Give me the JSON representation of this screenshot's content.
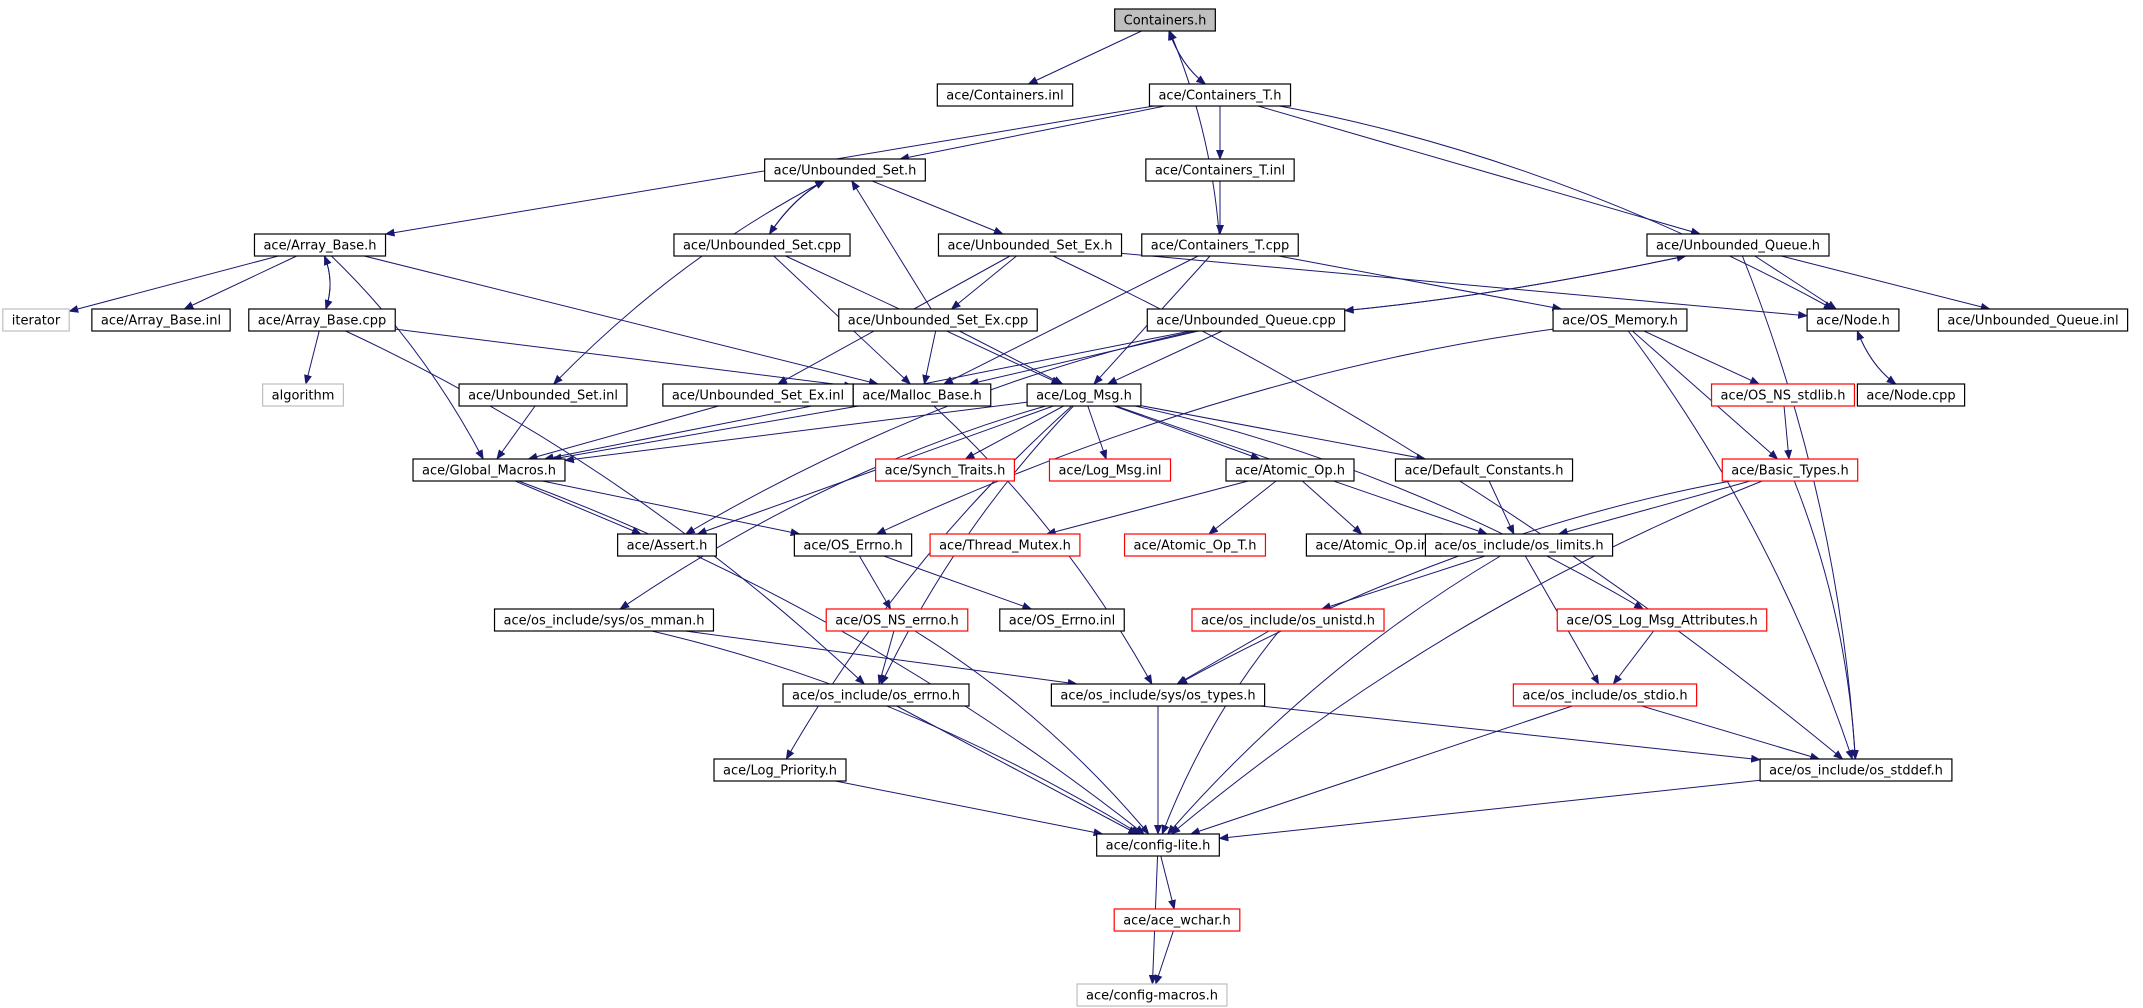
{
  "diagram": {
    "colors": {
      "edge": "#191970",
      "node_border_normal": "#000000",
      "node_border_missing": "#ff0000",
      "node_border_external": "#bfbfbf",
      "root_fill": "#bfbfbf"
    },
    "nodes": [
      {
        "id": "n0",
        "label": "Containers.h",
        "kind": "root"
      },
      {
        "id": "n1",
        "label": "ace/Containers.inl",
        "kind": "normal"
      },
      {
        "id": "n2",
        "label": "ace/Containers_T.h",
        "kind": "normal"
      },
      {
        "id": "n3",
        "label": "ace/Unbounded_Set.h",
        "kind": "normal"
      },
      {
        "id": "n4",
        "label": "ace/Containers_T.inl",
        "kind": "normal"
      },
      {
        "id": "n5",
        "label": "ace/Array_Base.h",
        "kind": "normal"
      },
      {
        "id": "n6",
        "label": "ace/Unbounded_Set.cpp",
        "kind": "normal"
      },
      {
        "id": "n7",
        "label": "ace/Unbounded_Set_Ex.h",
        "kind": "normal"
      },
      {
        "id": "n8",
        "label": "ace/Containers_T.cpp",
        "kind": "normal"
      },
      {
        "id": "n9",
        "label": "ace/Unbounded_Queue.h",
        "kind": "normal"
      },
      {
        "id": "n10",
        "label": "iterator",
        "kind": "external"
      },
      {
        "id": "n11",
        "label": "ace/Array_Base.inl",
        "kind": "normal"
      },
      {
        "id": "n12",
        "label": "ace/Array_Base.cpp",
        "kind": "normal"
      },
      {
        "id": "n13",
        "label": "ace/Unbounded_Set_Ex.cpp",
        "kind": "normal"
      },
      {
        "id": "n14",
        "label": "ace/Unbounded_Queue.cpp",
        "kind": "normal"
      },
      {
        "id": "n15",
        "label": "ace/OS_Memory.h",
        "kind": "normal"
      },
      {
        "id": "n16",
        "label": "ace/Node.h",
        "kind": "normal"
      },
      {
        "id": "n17",
        "label": "ace/Unbounded_Queue.inl",
        "kind": "normal"
      },
      {
        "id": "n18",
        "label": "algorithm",
        "kind": "external"
      },
      {
        "id": "n19",
        "label": "ace/Unbounded_Set.inl",
        "kind": "normal"
      },
      {
        "id": "n20",
        "label": "ace/Unbounded_Set_Ex.inl",
        "kind": "normal"
      },
      {
        "id": "n21",
        "label": "ace/Malloc_Base.h",
        "kind": "normal"
      },
      {
        "id": "n22",
        "label": "ace/Log_Msg.h",
        "kind": "normal"
      },
      {
        "id": "n23",
        "label": "ace/OS_NS_stdlib.h",
        "kind": "missing"
      },
      {
        "id": "n24",
        "label": "ace/Node.cpp",
        "kind": "normal"
      },
      {
        "id": "n25",
        "label": "ace/Global_Macros.h",
        "kind": "normal"
      },
      {
        "id": "n26",
        "label": "ace/Synch_Traits.h",
        "kind": "missing"
      },
      {
        "id": "n27",
        "label": "ace/Log_Msg.inl",
        "kind": "missing"
      },
      {
        "id": "n28",
        "label": "ace/Atomic_Op.h",
        "kind": "normal"
      },
      {
        "id": "n29",
        "label": "ace/Default_Constants.h",
        "kind": "normal"
      },
      {
        "id": "n30",
        "label": "ace/Basic_Types.h",
        "kind": "missing"
      },
      {
        "id": "n31",
        "label": "ace/Assert.h",
        "kind": "normal"
      },
      {
        "id": "n32",
        "label": "ace/OS_Errno.h",
        "kind": "normal"
      },
      {
        "id": "n33",
        "label": "ace/Thread_Mutex.h",
        "kind": "missing"
      },
      {
        "id": "n34",
        "label": "ace/Atomic_Op_T.h",
        "kind": "missing"
      },
      {
        "id": "n35",
        "label": "ace/Atomic_Op.inl",
        "kind": "normal"
      },
      {
        "id": "n36",
        "label": "ace/os_include/os_limits.h",
        "kind": "normal"
      },
      {
        "id": "n37",
        "label": "ace/os_include/sys/os_mman.h",
        "kind": "normal"
      },
      {
        "id": "n38",
        "label": "ace/OS_NS_errno.h",
        "kind": "missing"
      },
      {
        "id": "n39",
        "label": "ace/OS_Errno.inl",
        "kind": "normal"
      },
      {
        "id": "n40",
        "label": "ace/os_include/os_unistd.h",
        "kind": "missing"
      },
      {
        "id": "n41",
        "label": "ace/OS_Log_Msg_Attributes.h",
        "kind": "missing"
      },
      {
        "id": "n42",
        "label": "ace/os_include/os_errno.h",
        "kind": "normal"
      },
      {
        "id": "n43",
        "label": "ace/os_include/sys/os_types.h",
        "kind": "normal"
      },
      {
        "id": "n44",
        "label": "ace/os_include/os_stdio.h",
        "kind": "missing"
      },
      {
        "id": "n45",
        "label": "ace/Log_Priority.h",
        "kind": "normal"
      },
      {
        "id": "n46",
        "label": "ace/os_include/os_stddef.h",
        "kind": "normal"
      },
      {
        "id": "n47",
        "label": "ace/config-lite.h",
        "kind": "normal"
      },
      {
        "id": "n48",
        "label": "ace/ace_wchar.h",
        "kind": "missing"
      },
      {
        "id": "n49",
        "label": "ace/config-macros.h",
        "kind": "external"
      }
    ],
    "edges": [
      [
        "n0",
        "n1"
      ],
      [
        "n0",
        "n2"
      ],
      [
        "n2",
        "n0"
      ],
      [
        "n2",
        "n3"
      ],
      [
        "n2",
        "n4"
      ],
      [
        "n2",
        "n5"
      ],
      [
        "n2",
        "n8"
      ],
      [
        "n2",
        "n9"
      ],
      [
        "n2",
        "n16"
      ],
      [
        "n3",
        "n6"
      ],
      [
        "n6",
        "n3"
      ],
      [
        "n3",
        "n7"
      ],
      [
        "n3",
        "n19"
      ],
      [
        "n5",
        "n10"
      ],
      [
        "n5",
        "n11"
      ],
      [
        "n5",
        "n12"
      ],
      [
        "n12",
        "n5"
      ],
      [
        "n5",
        "n21"
      ],
      [
        "n5",
        "n25"
      ],
      [
        "n6",
        "n21"
      ],
      [
        "n6",
        "n22"
      ],
      [
        "n7",
        "n13"
      ],
      [
        "n13",
        "n3"
      ],
      [
        "n7",
        "n20"
      ],
      [
        "n7",
        "n16"
      ],
      [
        "n7",
        "n46"
      ],
      [
        "n8",
        "n0"
      ],
      [
        "n8",
        "n15"
      ],
      [
        "n8",
        "n21"
      ],
      [
        "n8",
        "n22"
      ],
      [
        "n9",
        "n14"
      ],
      [
        "n14",
        "n9"
      ],
      [
        "n9",
        "n16"
      ],
      [
        "n9",
        "n17"
      ],
      [
        "n9",
        "n46"
      ],
      [
        "n12",
        "n18"
      ],
      [
        "n12",
        "n21"
      ],
      [
        "n12",
        "n42"
      ],
      [
        "n13",
        "n21"
      ],
      [
        "n13",
        "n22"
      ],
      [
        "n14",
        "n21"
      ],
      [
        "n14",
        "n22"
      ],
      [
        "n14",
        "n25"
      ],
      [
        "n14",
        "n31"
      ],
      [
        "n15",
        "n23"
      ],
      [
        "n15",
        "n30"
      ],
      [
        "n15",
        "n32"
      ],
      [
        "n15",
        "n46"
      ],
      [
        "n16",
        "n24"
      ],
      [
        "n24",
        "n16"
      ],
      [
        "n19",
        "n25"
      ],
      [
        "n20",
        "n25"
      ],
      [
        "n21",
        "n25"
      ],
      [
        "n21",
        "n43"
      ],
      [
        "n22",
        "n25"
      ],
      [
        "n22",
        "n26"
      ],
      [
        "n22",
        "n27"
      ],
      [
        "n22",
        "n28"
      ],
      [
        "n22",
        "n29"
      ],
      [
        "n22",
        "n31"
      ],
      [
        "n22",
        "n36"
      ],
      [
        "n22",
        "n37"
      ],
      [
        "n22",
        "n41"
      ],
      [
        "n22",
        "n42"
      ],
      [
        "n22",
        "n45"
      ],
      [
        "n23",
        "n30"
      ],
      [
        "n25",
        "n31"
      ],
      [
        "n25",
        "n32"
      ],
      [
        "n25",
        "n47"
      ],
      [
        "n28",
        "n33"
      ],
      [
        "n28",
        "n34"
      ],
      [
        "n28",
        "n35"
      ],
      [
        "n29",
        "n36"
      ],
      [
        "n30",
        "n36"
      ],
      [
        "n30",
        "n43"
      ],
      [
        "n30",
        "n46"
      ],
      [
        "n30",
        "n47"
      ],
      [
        "n32",
        "n38"
      ],
      [
        "n32",
        "n39"
      ],
      [
        "n36",
        "n40"
      ],
      [
        "n36",
        "n44"
      ],
      [
        "n36",
        "n47"
      ],
      [
        "n37",
        "n43"
      ],
      [
        "n37",
        "n47"
      ],
      [
        "n38",
        "n42"
      ],
      [
        "n38",
        "n47"
      ],
      [
        "n40",
        "n43"
      ],
      [
        "n40",
        "n47"
      ],
      [
        "n41",
        "n44"
      ],
      [
        "n42",
        "n47"
      ],
      [
        "n43",
        "n46"
      ],
      [
        "n43",
        "n47"
      ],
      [
        "n44",
        "n46"
      ],
      [
        "n44",
        "n47"
      ],
      [
        "n45",
        "n47"
      ],
      [
        "n46",
        "n47"
      ],
      [
        "n47",
        "n48"
      ],
      [
        "n47",
        "n49"
      ],
      [
        "n48",
        "n49"
      ]
    ]
  }
}
